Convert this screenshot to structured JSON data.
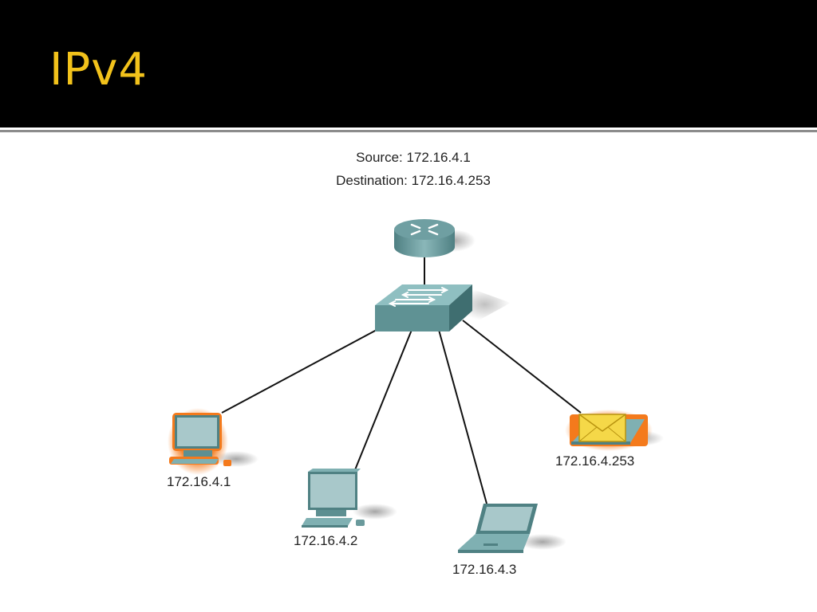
{
  "slide": {
    "title": "IPv4",
    "title_color": "#f2c21b",
    "header_background": "#000000"
  },
  "packet_info": {
    "source": "Source: 172.16.4.1",
    "destination": "Destination: 172.16.4.253"
  },
  "topology": {
    "router": {
      "icon": "router-icon"
    },
    "switch": {
      "icon": "switch-icon"
    },
    "hosts": [
      {
        "id": "pc1",
        "label": "172.16.4.1",
        "device": "desktop-computer-icon",
        "highlighted": true
      },
      {
        "id": "pc2",
        "label": "172.16.4.2",
        "device": "desktop-computer-icon",
        "highlighted": false
      },
      {
        "id": "laptop",
        "label": "172.16.4.3",
        "device": "laptop-icon",
        "highlighted": false
      },
      {
        "id": "pc4",
        "label": "172.16.4.253",
        "device": "desktop-computer-icon",
        "highlighted": true,
        "receiving_packet": true
      }
    ],
    "device_color": "#6a9a9c",
    "highlight_color": "#f47a1c",
    "packet_color": "#f5d848"
  }
}
